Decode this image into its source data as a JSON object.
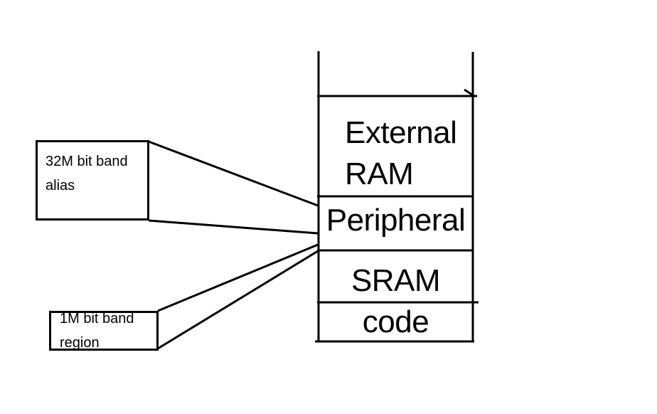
{
  "colors": {
    "background": "#ffffff",
    "line": "#000000",
    "text": "#000000"
  },
  "memory_column": {
    "segments": [
      {
        "id": "top-open",
        "label": ""
      },
      {
        "id": "external-ram",
        "line1": "External",
        "line2": "RAM"
      },
      {
        "id": "peripheral",
        "label": "Peripheral"
      },
      {
        "id": "sram",
        "label": "SRAM"
      },
      {
        "id": "code",
        "label": "code"
      }
    ]
  },
  "callouts": {
    "alias": {
      "line1": "32M bit band",
      "line2": "alias"
    },
    "region": {
      "line1": "1M bit band",
      "line2": "region"
    }
  }
}
